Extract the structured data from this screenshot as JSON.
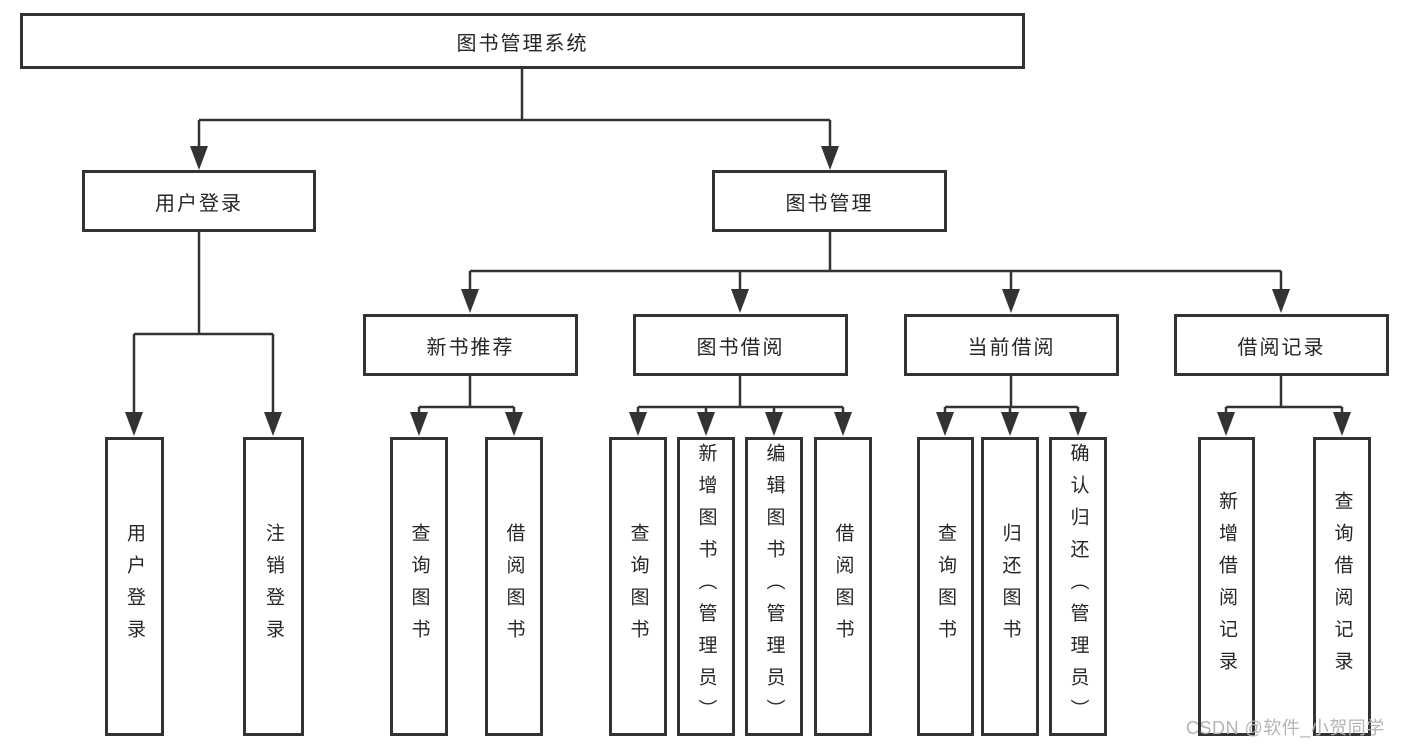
{
  "tree": {
    "label": "图书管理系统",
    "children": [
      {
        "label": "用户登录",
        "children": [
          {
            "label": "用户登录"
          },
          {
            "label": "注销登录"
          }
        ]
      },
      {
        "label": "图书管理",
        "children": [
          {
            "label": "新书推荐",
            "children": [
              {
                "label": "查询图书"
              },
              {
                "label": "借阅图书"
              }
            ]
          },
          {
            "label": "图书借阅",
            "children": [
              {
                "label": "查询图书"
              },
              {
                "label": "新增图书（管理员）"
              },
              {
                "label": "编辑图书（管理员）"
              },
              {
                "label": "借阅图书"
              }
            ]
          },
          {
            "label": "当前借阅",
            "children": [
              {
                "label": "查询图书"
              },
              {
                "label": "归还图书"
              },
              {
                "label": "确认归还（管理员）"
              }
            ]
          },
          {
            "label": "借阅记录",
            "children": [
              {
                "label": "新增借阅记录"
              },
              {
                "label": "查询借阅记录"
              }
            ]
          }
        ]
      }
    ]
  },
  "watermark": "CSDN @软件_小贺同学",
  "colors": {
    "line": "#333333",
    "text": "#262626",
    "watermark": "#b4b4b4",
    "background": "#ffffff"
  }
}
